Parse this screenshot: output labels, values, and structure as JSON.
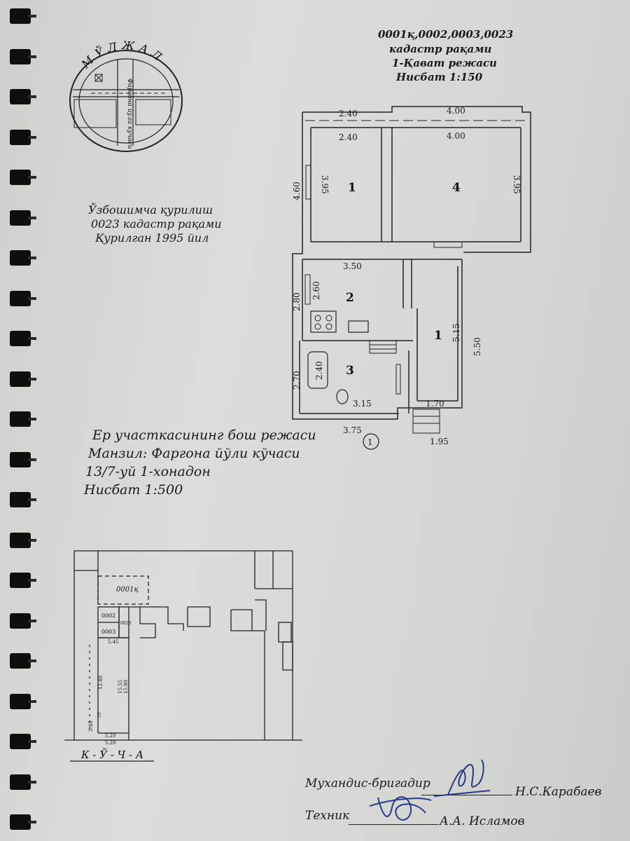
{
  "header": {
    "cadastre_numbers": "0001қ,0002,0003,0023",
    "cadastre_label": "кадастр рақами",
    "floor_plan": "1-Қават режаси",
    "scale": "Нисбат 1:150"
  },
  "stamp": {
    "arc_text": "МЎЛЖАЛ",
    "street_text": "Фаргона йўли кўчаси"
  },
  "extension_note": {
    "line1": "Ўзбошимча қурилиш",
    "line2": "0023 кадастр рақами",
    "line3": "Қурилган 1995 йил"
  },
  "floor_plan": {
    "rooms": [
      "1",
      "4",
      "2",
      "1",
      "3"
    ],
    "dimensions": {
      "top_left_outer": "2.40",
      "top_left_inner": "2.40",
      "top_right_outer": "4.00",
      "top_right_inner": "4.00",
      "left_outer": "4.60",
      "room1_height": "3.95",
      "room4_height": "3.95",
      "room1_bottom": "3.50",
      "room2_outer": "2.80",
      "room2_inner": "2.60",
      "right_room_inner": "5.15",
      "right_room_outer": "5.50",
      "bath_fixture": "2.40",
      "room3_outer": "2.70",
      "room3_width": "3.15",
      "right_bottom": "1.70",
      "bottom_total": "3.75",
      "steps_width": "1.95"
    },
    "entrance_marker": "1"
  },
  "site_plan_title": {
    "line1": "Ер участкасининг бош режаси",
    "line2": "Манзил: Фаргона йўли кўчаси",
    "line3": "13/7-уй  1-хонадон",
    "line4": "Нисбат 1:500"
  },
  "site_plan": {
    "plot_0001": "0001қ",
    "plot_0002": "0002",
    "plot_0023": "0023",
    "plot_0003": "0003",
    "dim_545": "5.45",
    "dim_1240": "12.40",
    "dim_1555": "15.55",
    "dim_1580": "15.80",
    "dim_340": "3.40",
    "dim_520a": "5.20",
    "dim_520b": "5.20",
    "dim_15": "15",
    "street": "К - Ў - Ч - А"
  },
  "signatures": {
    "engineer_role": "Мухандис-бригадир",
    "engineer_name": "Н.С.Карабаев",
    "technician_role": "Техник",
    "technician_name": "А.А. Исламов"
  }
}
